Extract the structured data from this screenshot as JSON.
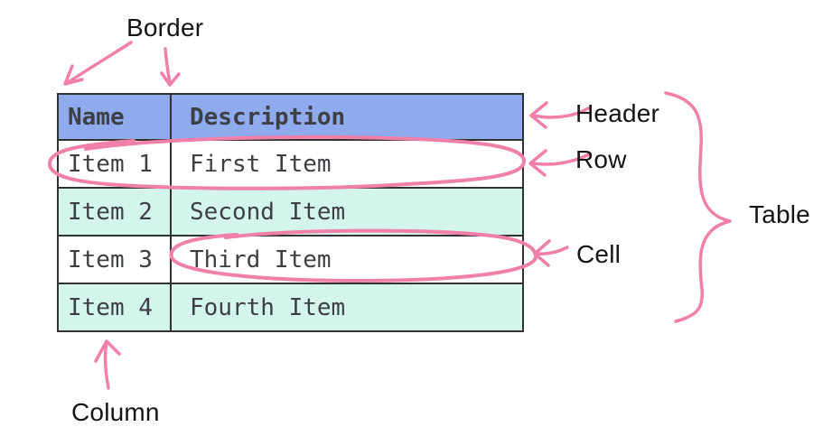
{
  "diagram": {
    "table": {
      "columns": [
        "Name",
        "Description"
      ],
      "rows": [
        [
          "Item 1",
          "First Item"
        ],
        [
          "Item 2",
          "Second Item"
        ],
        [
          "Item 3",
          "Third Item"
        ],
        [
          "Item 4",
          "Fourth Item"
        ]
      ]
    },
    "annotations": {
      "border": "Border",
      "header": "Header",
      "row": "Row",
      "cell": "Cell",
      "table": "Table",
      "column": "Column"
    },
    "colors": {
      "header_bg": "#8fabee",
      "stripe_bg": "#d4f5eb",
      "row_bg": "#ffffff",
      "annotation": "#f07fa9",
      "grid_line": "#323232",
      "table_text": "#3d4043",
      "label_text": "#151515",
      "background": "#ffffff"
    }
  }
}
